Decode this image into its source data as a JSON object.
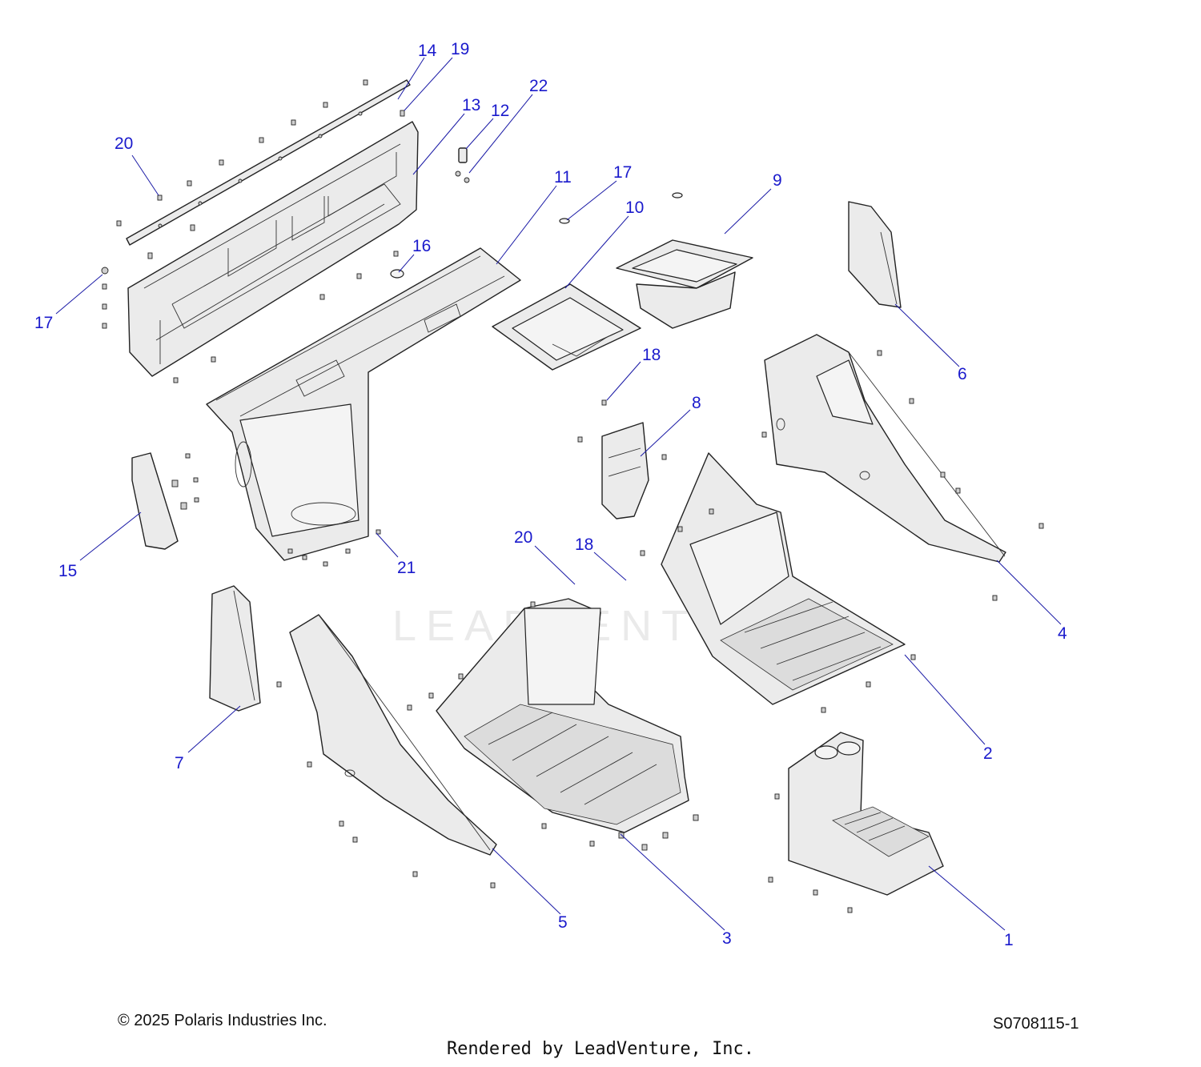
{
  "diagram": {
    "watermark": "LEADVENTURE",
    "callouts": [
      {
        "id": "c14",
        "label": "14"
      },
      {
        "id": "c19",
        "label": "19"
      },
      {
        "id": "c22",
        "label": "22"
      },
      {
        "id": "c13",
        "label": "13"
      },
      {
        "id": "c12",
        "label": "12"
      },
      {
        "id": "c20a",
        "label": "20"
      },
      {
        "id": "c11",
        "label": "11"
      },
      {
        "id": "c17a",
        "label": "17"
      },
      {
        "id": "c10",
        "label": "10"
      },
      {
        "id": "c9",
        "label": "9"
      },
      {
        "id": "c16",
        "label": "16"
      },
      {
        "id": "c17b",
        "label": "17"
      },
      {
        "id": "c18a",
        "label": "18"
      },
      {
        "id": "c6",
        "label": "6"
      },
      {
        "id": "c8",
        "label": "8"
      },
      {
        "id": "c15",
        "label": "15"
      },
      {
        "id": "c21",
        "label": "21"
      },
      {
        "id": "c20b",
        "label": "20"
      },
      {
        "id": "c18b",
        "label": "18"
      },
      {
        "id": "c4",
        "label": "4"
      },
      {
        "id": "c2",
        "label": "2"
      },
      {
        "id": "c7",
        "label": "7"
      },
      {
        "id": "c5",
        "label": "5"
      },
      {
        "id": "c3",
        "label": "3"
      },
      {
        "id": "c1",
        "label": "1"
      }
    ]
  },
  "footer": {
    "copyright": "© 2025 Polaris Industries Inc.",
    "drawing_number": "S0708115-1",
    "rendered_by": "Rendered by LeadVenture, Inc."
  },
  "colors": {
    "callout": "#1a1acc",
    "part_fill": "#ebebeb",
    "outline": "#222222"
  }
}
